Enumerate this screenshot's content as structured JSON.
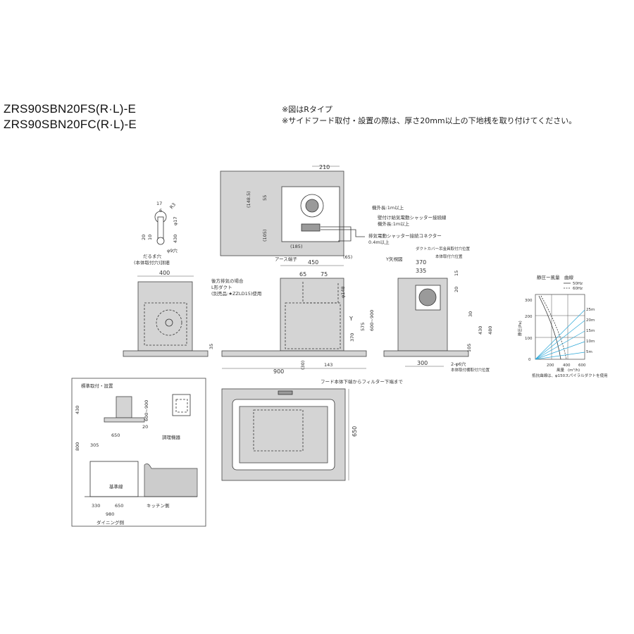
{
  "header": {
    "model_1": "ZRS90SBN20FS(R·L)-E",
    "model_2": "ZRS90SBN20FC(R·L)-E",
    "note_1": "※図はRタイプ",
    "note_2": "※サイドフード取付・設置の際は、厚さ20mm以上の下地桟を取り付けてください。"
  },
  "top_view": {
    "dim_210": "210",
    "dim_148_5": "(148.5)",
    "dim_55": "55",
    "dim_105": "(105)",
    "dim_185": "(185)",
    "dim_65": "(65)",
    "earth_label": "アース端子",
    "cable_out_1": "機外長:1m以上",
    "shutter_supply": "壁付け給気電動シャッター接続線",
    "cable_out_2": "機外長:1m以上",
    "shutter_exhaust": "排気電動シャッター接続コネクター",
    "cable_len": "0.4m以上"
  },
  "detail": {
    "dim_17a": "17",
    "dim_6": "6",
    "dim_r3": "R3",
    "dim_phi17": "φ17",
    "dim_20": "20",
    "dim_10": "10",
    "dim_430": "430",
    "dim_phi9": "φ9穴",
    "caption_1": "だるま穴",
    "caption_2": "(本体取付穴)詳細"
  },
  "front_view": {
    "dim_400": "400",
    "dim_450": "450",
    "dim_65": "65",
    "dim_75": "75",
    "dim_phi148": "φ148",
    "dim_600_900": "600~900",
    "dim_575": "575",
    "dim_370": "370",
    "dim_35": "35",
    "dim_900": "900",
    "dim_30": "(30)",
    "dim_143": "143",
    "y_mark": "Y",
    "rear_1": "後方排気の場合",
    "rear_2": "L形ダクト",
    "rear_3": "(別売品:★ZZLD15)使用",
    "filter_note": "フード本体下端からフィルター下端まで"
  },
  "side_view": {
    "title": "Y矢視図",
    "cover_1": "ダクトカバー吊金具取付穴位置",
    "cover_2": "本体取付穴位置",
    "dim_370": "370",
    "dim_335": "335",
    "dim_15": "15",
    "dim_20": "20",
    "dim_30": "30",
    "dim_430": "430",
    "dim_480": "480",
    "dim_105": "105",
    "dim_300": "300",
    "hole_1": "2-φ6穴",
    "hole_2": "本体取付棚取付穴位置"
  },
  "curve": {
    "title": "静圧ー風量　曲線",
    "legend_50": "50Hz",
    "legend_60": "60Hz",
    "ylabel": "静圧",
    "yunit": "(Pa)",
    "xlabel": "風量",
    "xunit": "(m³/h)",
    "y300": "300",
    "y200": "200",
    "y100": "100",
    "y0": "0",
    "x200": "200",
    "x400": "400",
    "x600": "600",
    "m25": "25m",
    "m20": "20m",
    "m15": "15m",
    "m10": "10m",
    "m5": "5m",
    "footnote": "抵抗曲線は、φ150スパイラルダクトを使用"
  },
  "install": {
    "title": "標準取付・設置",
    "dim_430": "430",
    "dim_600_900": "600~900",
    "dim_20": "20",
    "dim_800": "800",
    "dim_650a": "650",
    "dim_305": "305",
    "cooker": "調理機器",
    "baseline": "基準線",
    "dim_330": "330",
    "dim_650b": "650",
    "kitchen": "キッチン側",
    "dim_980": "980",
    "dining": "ダイニング側"
  },
  "bottom_view": {
    "dim_650": "650"
  }
}
